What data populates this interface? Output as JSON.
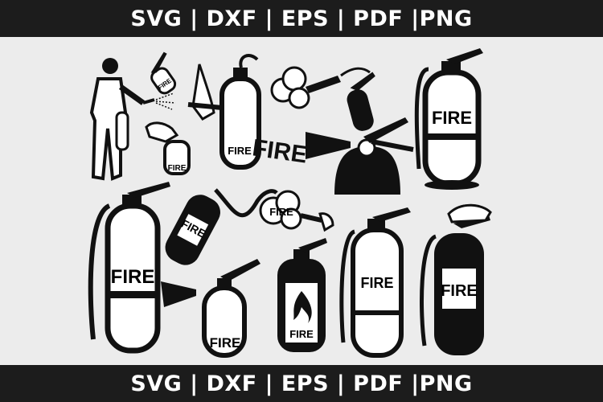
{
  "header": {
    "formats": "SVG | DXF | EPS | PDF |PNG"
  },
  "footer": {
    "formats": "SVG | DXF | EPS | PDF |PNG"
  },
  "labels": {
    "fire": "FIRE"
  },
  "colors": {
    "band": "#1c1c1c",
    "background": "#ececec",
    "ink": "#111111"
  },
  "icons": [
    "person-spraying-extinguisher-icon",
    "fire-extinguisher-icon",
    "flame-icon",
    "spray-cloud-icon",
    "hand-icon"
  ]
}
